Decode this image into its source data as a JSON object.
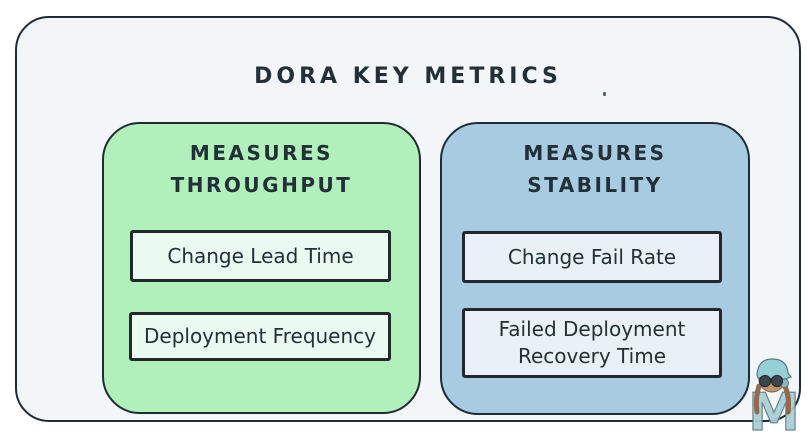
{
  "title": "DORA KEY METRICS",
  "groups": {
    "throughput": {
      "header_line1": "MEASURES",
      "header_line2": "THROUGHPUT",
      "items": [
        "Change Lead Time",
        "Deployment Frequency"
      ]
    },
    "stability": {
      "header_line1": "MEASURES",
      "header_line2": "STABILITY",
      "items": [
        "Change Fail Rate",
        "Failed Deployment Recovery Time"
      ]
    }
  },
  "logo": {
    "letter": "M"
  },
  "colors": {
    "canvas_bg": "#f3f6f9",
    "border_dark": "#1e2b36",
    "item_border": "#23282e",
    "throughput_bg": "#b1f0ba",
    "stability_bg": "#a7cce1",
    "throughput_item_bg": "#ebfaf1",
    "stability_item_bg": "#e9f1f7",
    "text": "#233038",
    "logo_teal": "#9fccd2",
    "logo_skin": "#bc8a62"
  }
}
